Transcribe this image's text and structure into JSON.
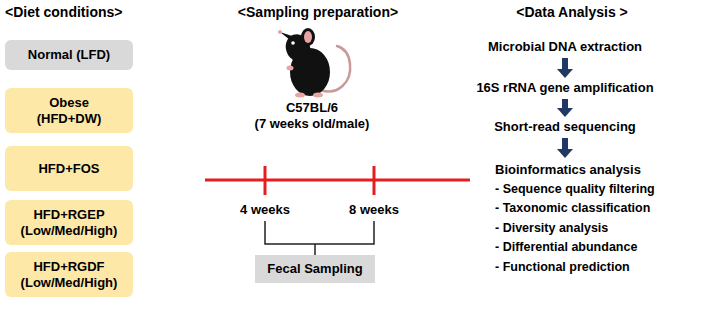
{
  "diagram": {
    "nodes": [
      {
        "text": [
          "Normal (LFD)"
        ]
      },
      {
        "text": [
          "Obese (HFD+DW)"
        ]
      },
      {
        "text": [
          "HFD+FOS"
        ]
      },
      {
        "text": [
          "HFD+RGEP (Low/Med/High)"
        ]
      },
      {
        "text": [
          "HFD+RGDF (Low/Med/High)"
        ]
      },
      {
        "text": [
          "Fecal Sampling"
        ]
      },
      {
        "text": [
          "Microbial DNA extraction"
        ]
      },
      {
        "text": [
          "16S rRNA gene amplification"
        ]
      },
      {
        "text": [
          "Short-read sequencing"
        ]
      },
      {
        "text": [
          "Bioinformatics analysis",
          "- Sequence quality filtering",
          "- Taxonomic classification",
          "- Diversity analysis",
          "- Differential abundance",
          "- Functional prediction"
        ]
      }
    ],
    "edges": [
      {
        "from": 6,
        "to": 7,
        "arrow": "to"
      },
      {
        "from": 7,
        "to": 8,
        "arrow": "to"
      },
      {
        "from": 8,
        "to": 9,
        "arrow": "to"
      }
    ],
    "labels": [
      "<Diet conditions>",
      "<Sampling preparation>",
      "<Data Analysis >",
      "C57BL/6",
      "(7 weeks old/male)",
      "4 weeks",
      "8 weeks"
    ]
  }
}
